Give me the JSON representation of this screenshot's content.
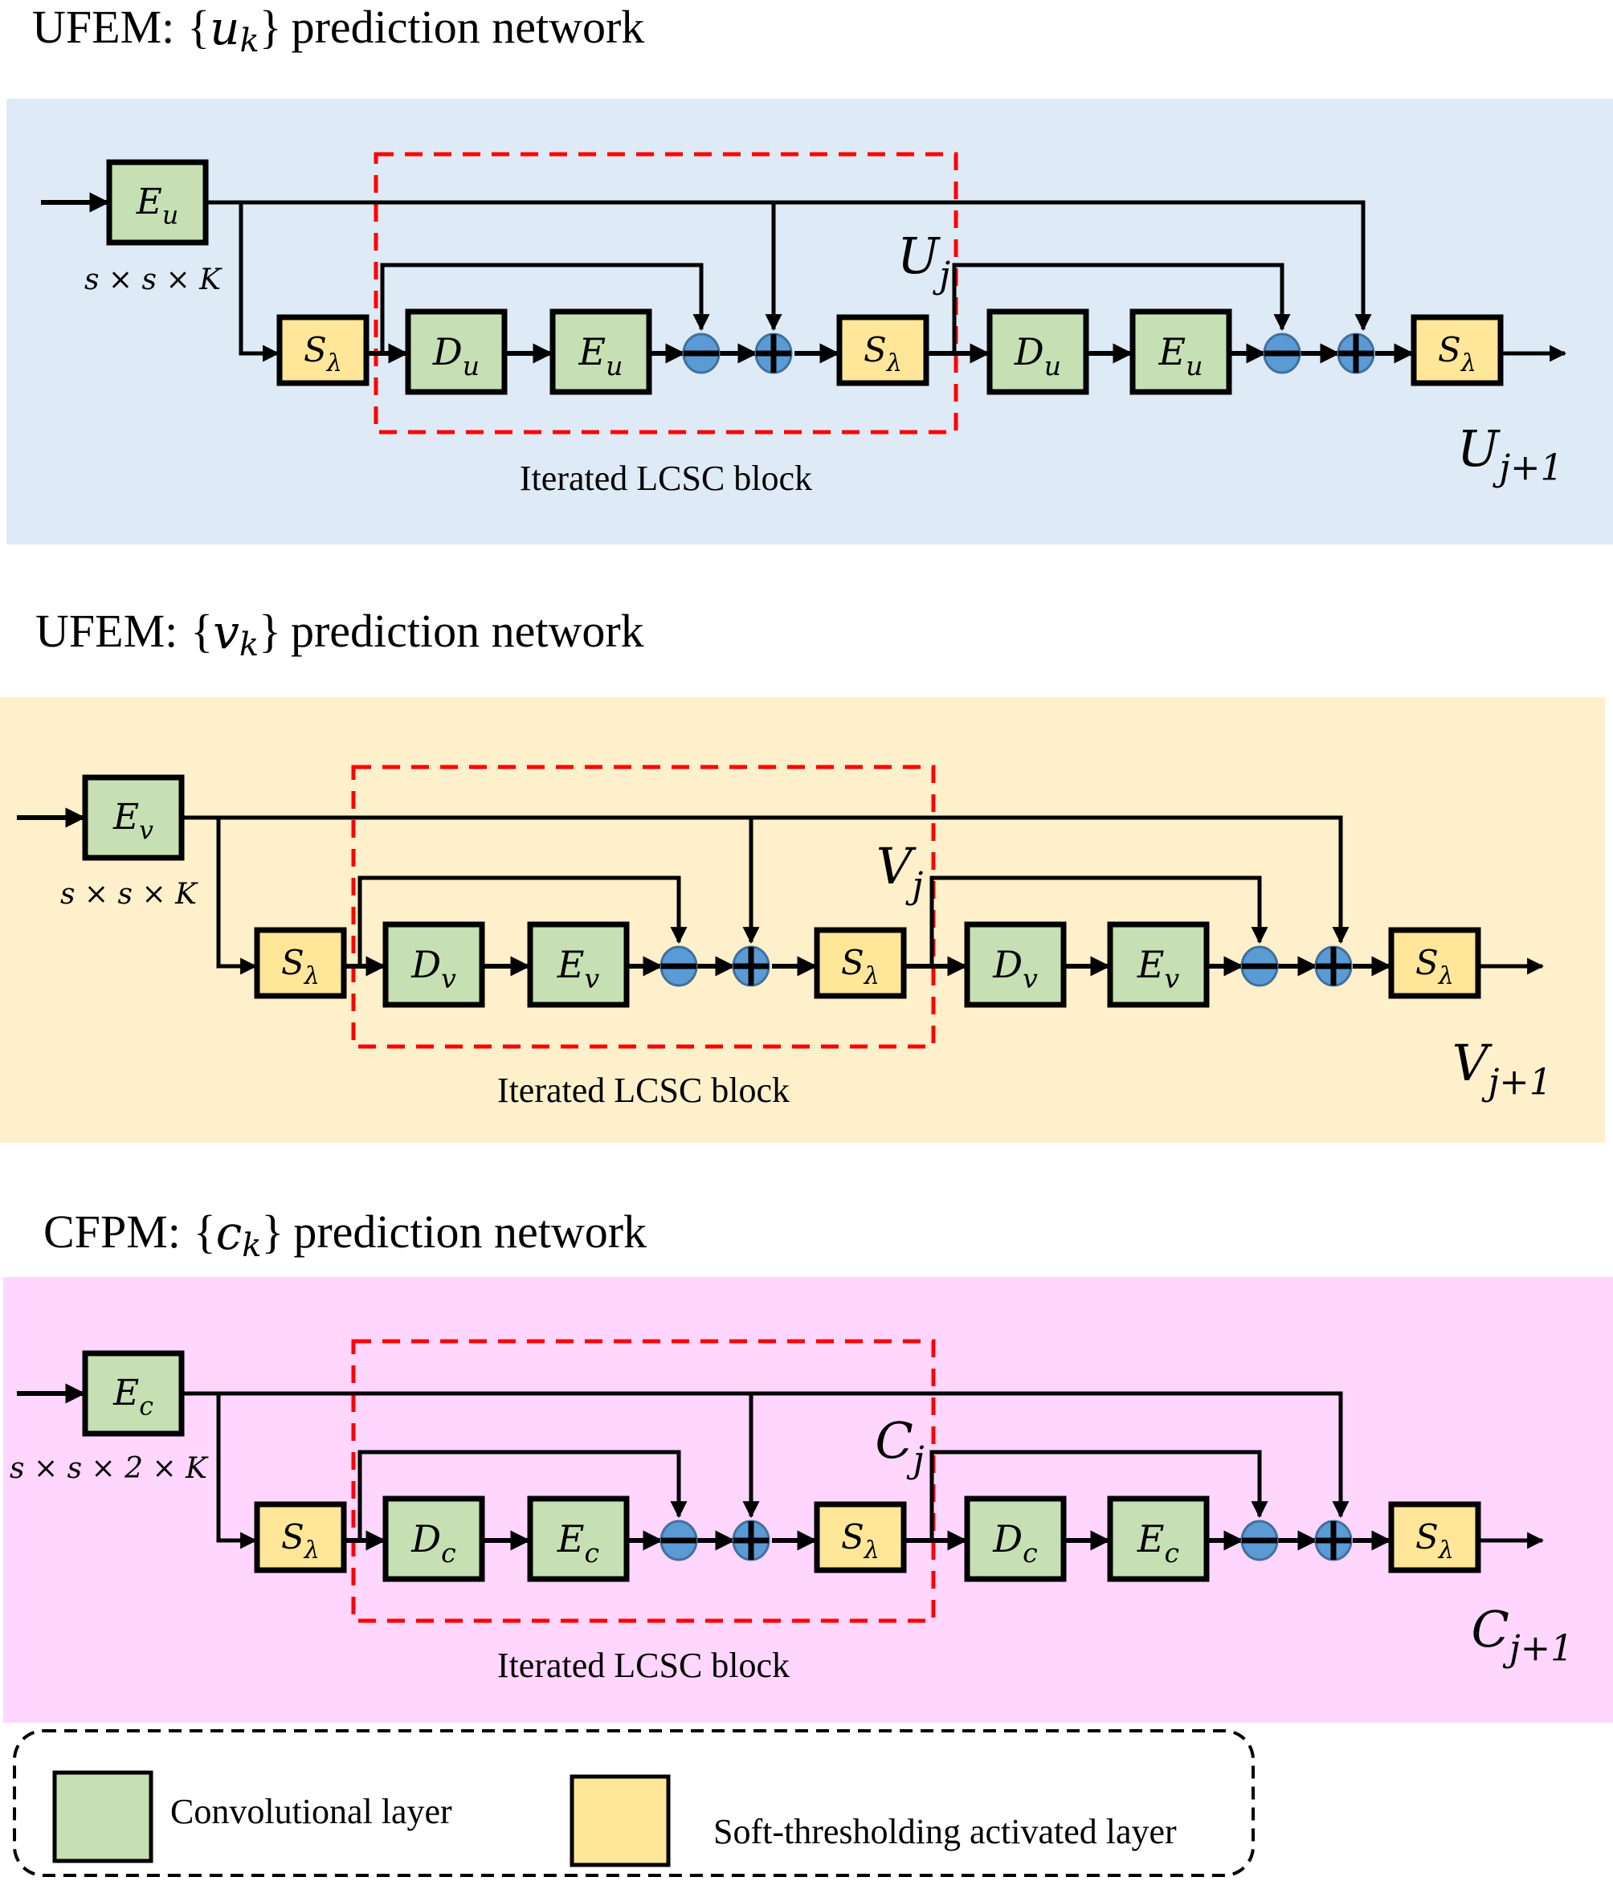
{
  "figure": {
    "colors": {
      "conv_fill": "#c6e0b4",
      "soft_fill": "#ffe699",
      "node_fill": "#5b9bd5",
      "node_stroke": "#41719c",
      "lcsc_border": "#ff0000",
      "line": "#000000"
    },
    "panels": [
      {
        "id": "u",
        "title_prefix": "UFEM:",
        "title_set_open": "{",
        "title_var": "u",
        "title_sub": "k",
        "title_set_close": "}",
        "title_suffix": "prediction network",
        "bg": "#deeaf6",
        "encoder": {
          "base": "E",
          "sub": "u"
        },
        "decoder": {
          "base": "D",
          "sub": "u"
        },
        "threshold": {
          "base": "S",
          "sub": "λ"
        },
        "dim_label": "s × s × K",
        "iter_label": {
          "base": "U",
          "sub": "j"
        },
        "output_label": {
          "base": "U",
          "sub": "j+1"
        },
        "block_caption": "Iterated LCSC block",
        "minus_symbol": "−",
        "plus_symbol": "+"
      },
      {
        "id": "v",
        "title_prefix": "UFEM:",
        "title_set_open": "{",
        "title_var": "v",
        "title_sub": "k",
        "title_set_close": "}",
        "title_suffix": "prediction network",
        "bg": "#fff0cc",
        "encoder": {
          "base": "E",
          "sub": "v"
        },
        "decoder": {
          "base": "D",
          "sub": "v"
        },
        "threshold": {
          "base": "S",
          "sub": "λ"
        },
        "dim_label": "s × s × K",
        "iter_label": {
          "base": "V",
          "sub": "j"
        },
        "output_label": {
          "base": "V",
          "sub": "j+1"
        },
        "block_caption": "Iterated LCSC block",
        "minus_symbol": "−",
        "plus_symbol": "+"
      },
      {
        "id": "c",
        "title_prefix": "CFPM:",
        "title_set_open": "{",
        "title_var": "c",
        "title_sub": "k",
        "title_set_close": "}",
        "title_suffix": "prediction network",
        "bg": "#ffd6fe",
        "encoder": {
          "base": "E",
          "sub": "c"
        },
        "decoder": {
          "base": "D",
          "sub": "c"
        },
        "threshold": {
          "base": "S",
          "sub": "λ"
        },
        "dim_label": "s × s × 2 × K",
        "iter_label": {
          "base": "C",
          "sub": "j"
        },
        "output_label": {
          "base": "C",
          "sub": "j+1"
        },
        "block_caption": "Iterated LCSC block",
        "minus_symbol": "−",
        "plus_symbol": "+"
      }
    ],
    "legend": {
      "items": [
        {
          "label": "Convolutional layer",
          "kind": "conv"
        },
        {
          "label": "Soft-thresholding activated layer",
          "kind": "soft"
        }
      ]
    }
  }
}
